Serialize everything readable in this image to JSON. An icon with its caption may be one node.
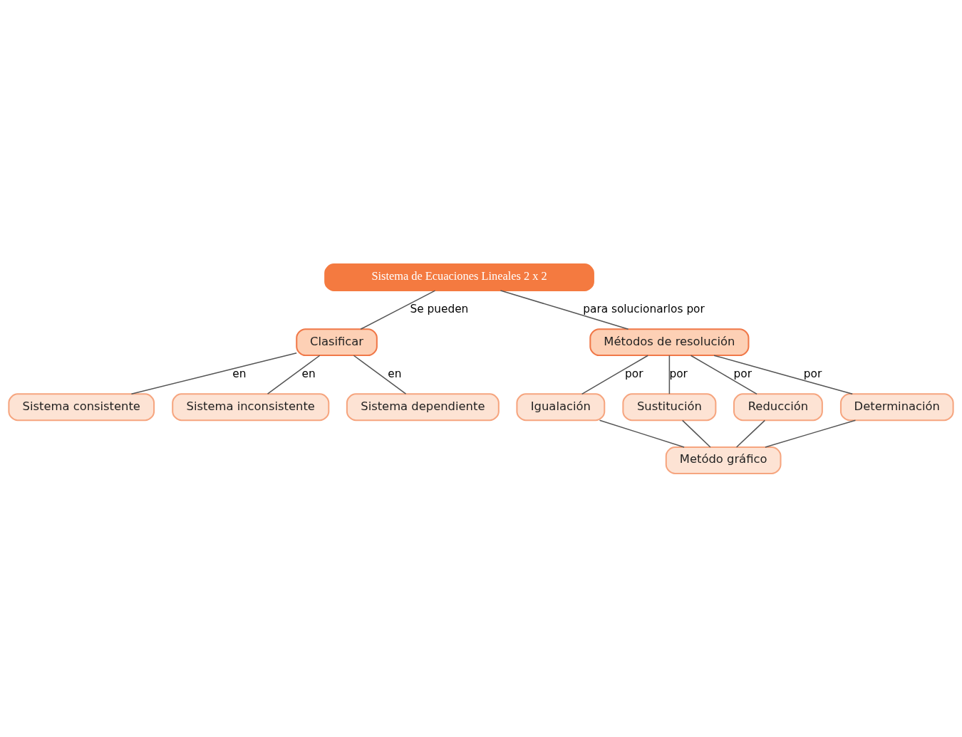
{
  "diagram": {
    "nodes": [
      {
        "text": [
          "Sistema de Ecuaciones Lineales 2 x 2"
        ]
      },
      {
        "text": [
          "Clasificar"
        ]
      },
      {
        "text": [
          "Sistema consistente"
        ]
      },
      {
        "text": [
          "Sistema inconsistente"
        ]
      },
      {
        "text": [
          "Sistema dependiente"
        ]
      },
      {
        "text": [
          "Métodos de resolución"
        ]
      },
      {
        "text": [
          "Igualación"
        ]
      },
      {
        "text": [
          "Sustitución"
        ]
      },
      {
        "text": [
          "Reducción"
        ]
      },
      {
        "text": [
          "Determinación"
        ]
      },
      {
        "text": [
          "Metódo gráfico"
        ]
      }
    ],
    "edges": [
      {
        "from": 0,
        "to": 1,
        "arrow": "none",
        "label": "Se pueden"
      },
      {
        "from": 1,
        "to": 2,
        "arrow": "none",
        "label": "en"
      },
      {
        "from": 1,
        "to": 3,
        "arrow": "none",
        "label": "en"
      },
      {
        "from": 1,
        "to": 4,
        "arrow": "none",
        "label": "en"
      },
      {
        "from": 0,
        "to": 5,
        "arrow": "none",
        "label": "para solucionarlos por"
      },
      {
        "from": 5,
        "to": 6,
        "arrow": "none",
        "label": "por"
      },
      {
        "from": 5,
        "to": 7,
        "arrow": "none",
        "label": "por"
      },
      {
        "from": 5,
        "to": 8,
        "arrow": "none",
        "label": "por"
      },
      {
        "from": 5,
        "to": 9,
        "arrow": "none",
        "label": "por"
      },
      {
        "from": 6,
        "to": 10,
        "arrow": "none"
      },
      {
        "from": 7,
        "to": 10,
        "arrow": "none"
      },
      {
        "from": 8,
        "to": 10,
        "arrow": "none"
      },
      {
        "from": 9,
        "to": 10,
        "arrow": "none"
      }
    ]
  }
}
